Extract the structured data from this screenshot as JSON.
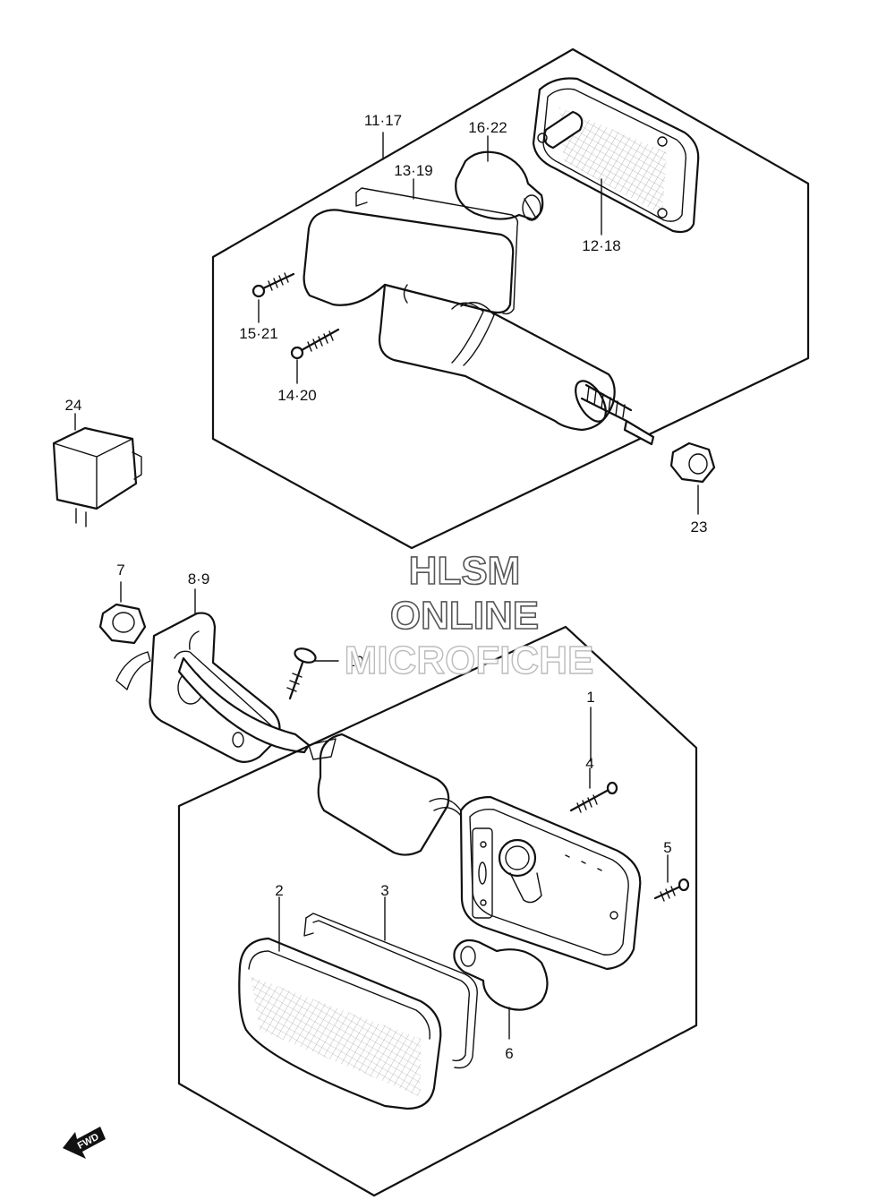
{
  "callouts": {
    "c11_17": "11·17",
    "c16_22": "16·22",
    "c13_19": "13·19",
    "c12_18": "12·18",
    "c15_21": "15·21",
    "c14_20": "14·20",
    "c24": "24",
    "c23": "23",
    "c7": "7",
    "c8_9": "8·9",
    "c10": "10",
    "c1": "1",
    "c4": "4",
    "c5": "5",
    "c2": "2",
    "c3": "3",
    "c6": "6"
  },
  "watermark": {
    "line1": "HLSM",
    "line2": "ONLINE",
    "line3": "MICROFICHE"
  },
  "direction_label": "FWD",
  "colors": {
    "line": "#111111",
    "background": "#ffffff",
    "watermark_stroke": "#555555"
  }
}
